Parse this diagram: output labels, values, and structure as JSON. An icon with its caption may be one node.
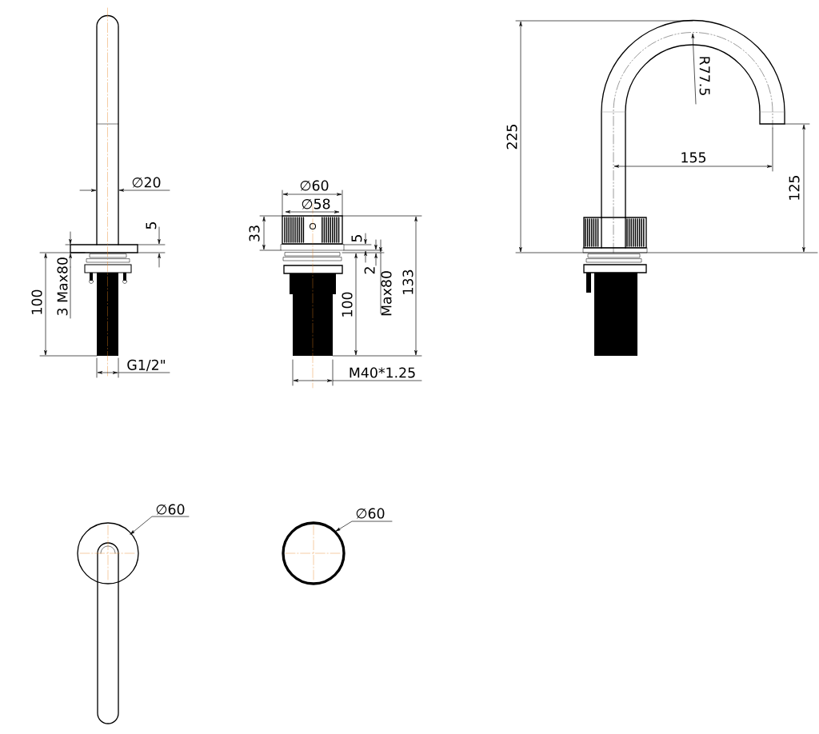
{
  "diagram": {
    "labels": [
      "R77.5",
      "225",
      "155",
      "∅20",
      "∅60",
      "125",
      "∅58",
      "5",
      "33",
      "5",
      "2",
      "Max80",
      "133",
      "Max80",
      "3",
      "100",
      "100",
      "G1/2\"",
      "M40*1.25",
      "∅60",
      "∅60"
    ]
  }
}
